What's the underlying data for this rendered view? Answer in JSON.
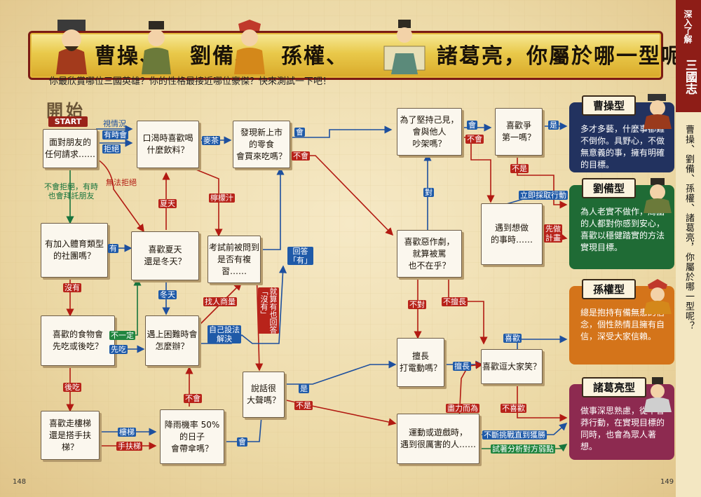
{
  "banner": {
    "segments": [
      "曹操、",
      "劉備、",
      "孫權、",
      "諸葛亮，你屬於哪一型呢？"
    ]
  },
  "subtitle": "你最欣賞哪位三國英雄？你的性格最接近哪位豪傑？快來測試一下吧！",
  "side_strip": {
    "top_text": "深入了解",
    "brand": "三國志",
    "sub_text": "曹操、劉備、孫權、諸葛亮，你屬於哪一型呢？"
  },
  "start": {
    "title": "開始",
    "badge": "START"
  },
  "nodes": {
    "n1": "面對朋友的\n任何請求……",
    "n2": "口渴時喜歡喝\n什麼飲料？",
    "n3": "發現新上市\n的零食\n會買來吃嗎？",
    "n4": "為了堅持己見，\n會與他人\n吵架嗎？",
    "n5": "喜歡爭\n第一嗎？",
    "n6": "有加入體育類型\n的社團嗎？",
    "n7": "喜歡夏天\n還是冬天？",
    "n8": "考試前被問到\n是否有複習……",
    "n9": "喜歡惡作劇，\n就算被罵\n也不在乎？",
    "n10": "遇到想做\n的事時……",
    "n11": "喜歡的食物會\n先吃或後吃？",
    "n12": "遇上困難時會\n怎麼辦？",
    "n13": "擅長\n打電動嗎？",
    "n14": "喜歡逗大家笑？",
    "n15": "說話很\n大聲嗎？",
    "n16": "喜歡走樓梯\n還是搭手扶梯？",
    "n17": "降雨機率 50%\n的日子\n會帶傘嗎？",
    "n18": "運動或遊戲時，\n遇到很厲害的人……"
  },
  "labels": {
    "l1": "視情況",
    "l2": "有時會",
    "l3": "拒絕",
    "l4": "不會拒絕，有時\n也會拜託朋友",
    "l5": "無法拒絕",
    "l6": "麥茶",
    "l7": "會",
    "l8": "不會",
    "l9": "會",
    "l10": "不會",
    "l11": "是",
    "l12": "不是",
    "l13": "夏天",
    "l14": "檸檬汁",
    "l15": "有",
    "l16": "回答\n「有」",
    "l17": "對",
    "l18": "立即採取行動",
    "l19": "先做\n計畫",
    "l20": "沒有",
    "l21": "冬天",
    "l22": "找人商量",
    "l23": "就算有也回答\n「沒有」",
    "l24": "不一定",
    "l25": "先吃",
    "l26": "自己設法\n解決",
    "l27": "不對",
    "l28": "不擅長",
    "l29": "擅長",
    "l30": "喜歡",
    "l31": "後吃",
    "l32": "不會",
    "l33": "是",
    "l34": "不是",
    "l35": "盡力而為",
    "l36": "不喜歡",
    "l37": "樓梯",
    "l38": "手扶梯",
    "l39": "會",
    "l40": "不斷挑戰直到獲勝",
    "l41": "試著分析對方弱點"
  },
  "results": [
    {
      "title": "曹操型",
      "body": "多才多藝，什麼事都難不倒你。具野心，不做無意義的事，擁有明確的目標。",
      "color": "#22325f"
    },
    {
      "title": "劉備型",
      "body": "為人老實不做作，周圍的人都對你感到安心，喜歡以穩健踏實的方法實現目標。",
      "color": "#1f6b35"
    },
    {
      "title": "孫權型",
      "body": "總是抱持有備無患的信念，個性熱情且擁有自信，深受大家信賴。",
      "color": "#d4741a"
    },
    {
      "title": "諸葛亮型",
      "body": "做事深思熟慮，從不魯莽行動，在實現目標的同時，也會為眾人著想。",
      "color": "#8d2a50"
    }
  ],
  "page_numbers": {
    "left": "148",
    "right": "149"
  },
  "colors": {
    "red": "#b21a12",
    "blue": "#1d4f9e",
    "green": "#17743d",
    "banner_border": "#7b1b14"
  }
}
